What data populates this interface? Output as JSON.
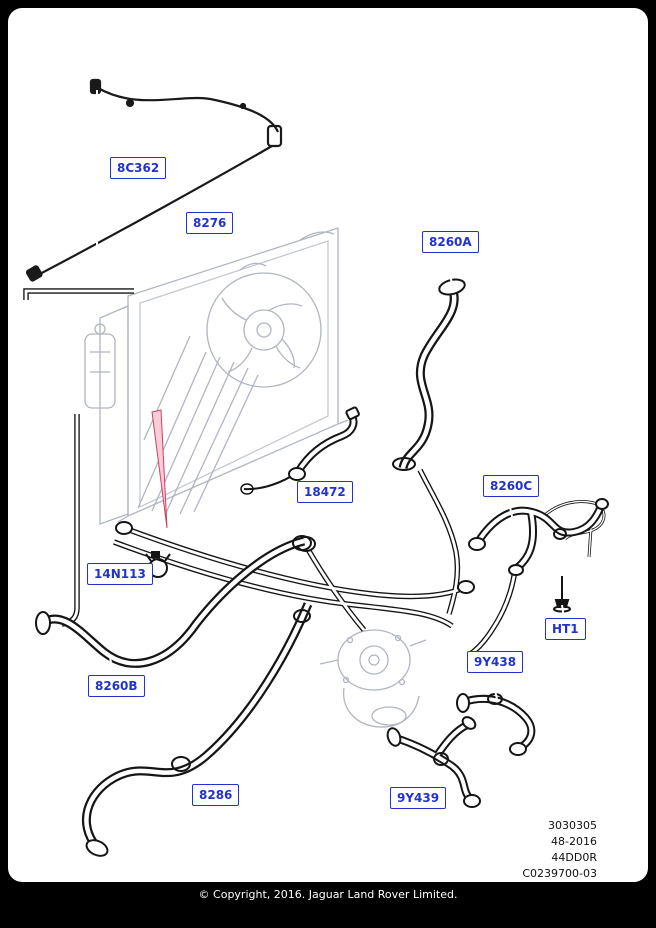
{
  "labels": [
    {
      "part": "8C362"
    },
    {
      "part": "8276"
    },
    {
      "part": "8260A"
    },
    {
      "part": "18472"
    },
    {
      "part": "8260C"
    },
    {
      "part": "14N113"
    },
    {
      "part": "HT1"
    },
    {
      "part": "9Y438"
    },
    {
      "part": "8260B"
    },
    {
      "part": "9Y439"
    },
    {
      "part": "8286"
    }
  ],
  "plate": {
    "lines": [
      "3030305",
      "48-2016",
      "44DD0R",
      "C0239700-03"
    ]
  },
  "copyright": "© Copyright, 2016. Jaguar Land Rover Limited.",
  "colors": {
    "label_blue": "#2233cc",
    "hose_black": "#151515",
    "sketch_gray": "#b0b6c0",
    "highlight_red": "#d04060",
    "background": "#000000",
    "canvas": "#ffffff"
  }
}
